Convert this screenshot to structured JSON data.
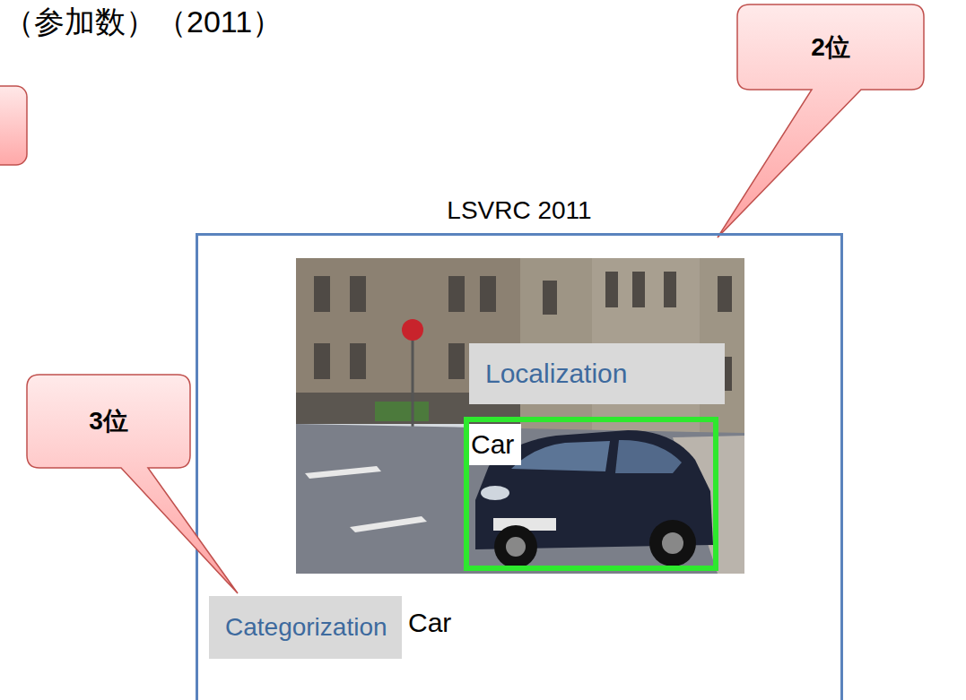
{
  "diagram": {
    "title": "（参加数）（2011）",
    "nodes": [
      {
        "text": [
          "2位"
        ]
      },
      {
        "text": [
          "LSVRC 2011"
        ]
      },
      {
        "text": [
          "Localization"
        ],
        "in": 1
      },
      {
        "text": [
          "Car"
        ],
        "in": 1
      },
      {
        "text": [
          "3位"
        ]
      },
      {
        "text": [
          "Categorization"
        ],
        "in": 1
      }
    ],
    "labels": [
      "Car"
    ]
  }
}
